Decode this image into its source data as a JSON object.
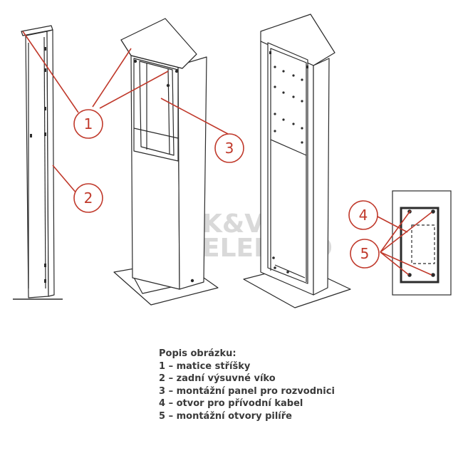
{
  "callouts": [
    {
      "number": "1"
    },
    {
      "number": "2"
    },
    {
      "number": "3"
    },
    {
      "number": "4"
    },
    {
      "number": "5"
    }
  ],
  "watermark": {
    "line1": "K&V",
    "line2": "ELEKTRO"
  },
  "legend": {
    "title": "Popis obrázku:",
    "items": [
      "1 – matice stříšky",
      "2 – zadní výsuvné víko",
      "3 – montážní panel pro rozvodnici",
      "4 – otvor pro přívodní kabel",
      "5 – montážní otvory pilíře"
    ]
  },
  "colors": {
    "callout": "#c0392b",
    "drawing": "#2b2b2b",
    "watermark": "#d9d9d9"
  }
}
